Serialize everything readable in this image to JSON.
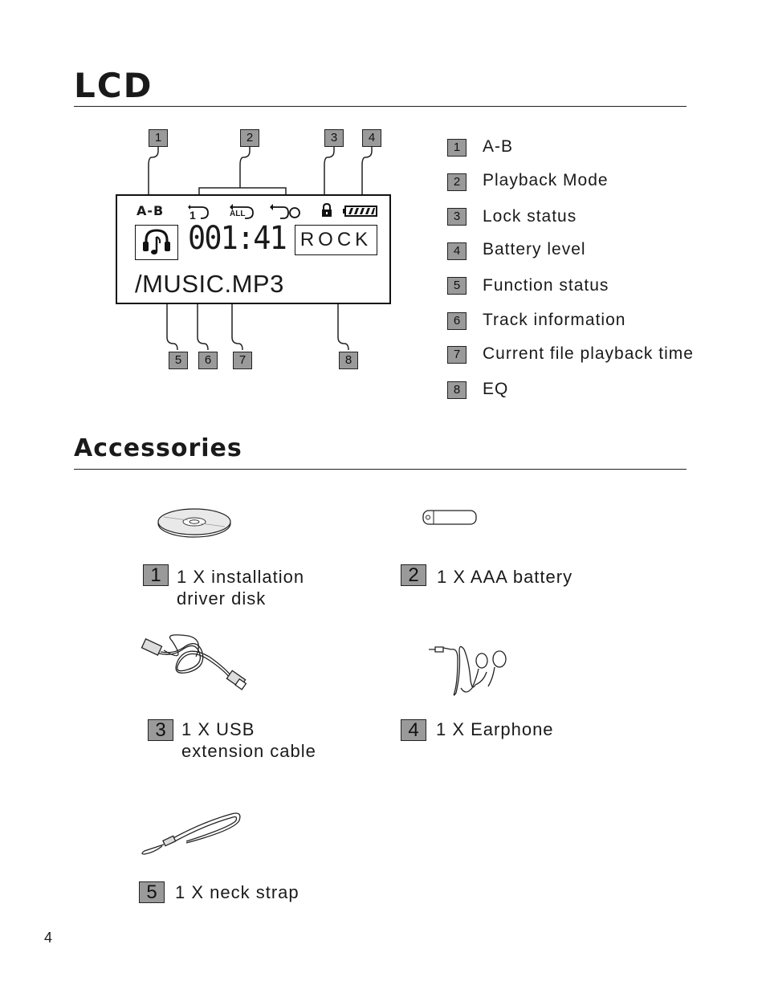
{
  "lcd_section": {
    "title": "LCD",
    "screen": {
      "ab": "A-B",
      "playback_icon_one": "1",
      "playback_icon_all": "ALL",
      "time": "001:41",
      "eq": "ROCK",
      "track": "/MUSIC.MP3"
    },
    "callouts_top": [
      "1",
      "2",
      "3",
      "4"
    ],
    "callouts_bottom": [
      "5",
      "6",
      "7",
      "8"
    ],
    "legend": [
      {
        "num": "1",
        "label": "A-B"
      },
      {
        "num": "2",
        "label": "Playback Mode"
      },
      {
        "num": "3",
        "label": "Lock status"
      },
      {
        "num": "4",
        "label": "Battery level"
      },
      {
        "num": "5",
        "label": "Function status"
      },
      {
        "num": "6",
        "label": "Track information"
      },
      {
        "num": "7",
        "label": "Current file playback time"
      },
      {
        "num": "8",
        "label": "EQ"
      }
    ]
  },
  "accessories_section": {
    "title": "Accessories",
    "items": [
      {
        "num": "1",
        "line1": "1 X installation",
        "line2": "driver disk",
        "icon": "cd-icon"
      },
      {
        "num": "2",
        "line1": "1 X AAA battery",
        "line2": "",
        "icon": "battery-icon"
      },
      {
        "num": "3",
        "line1": "1 X USB",
        "line2": "extension cable",
        "icon": "usb-cable-icon"
      },
      {
        "num": "4",
        "line1": "1 X Earphone",
        "line2": "",
        "icon": "earphone-icon"
      },
      {
        "num": "5",
        "line1": "1 X neck strap",
        "line2": "",
        "icon": "neck-strap-icon"
      }
    ]
  },
  "page_number": "4"
}
